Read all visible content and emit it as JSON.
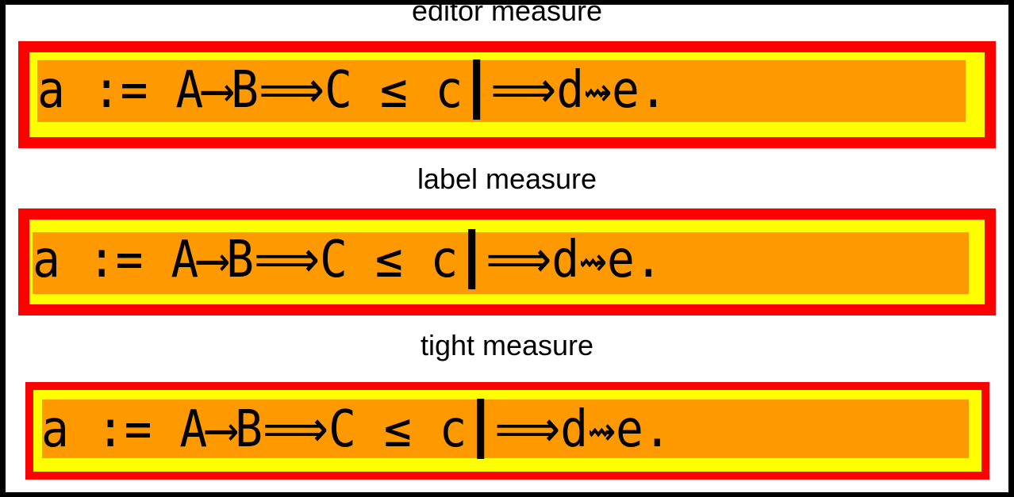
{
  "sections": [
    {
      "caption": "editor measure",
      "code": "a := A⟶B⟹C ≤ c┃⟹d⇝e."
    },
    {
      "caption": "label measure",
      "code": "a := A⟶B⟹C ≤ c┃⟹d⇝e."
    },
    {
      "caption": "tight measure",
      "code": "a := A⟶B⟹C ≤ c┃⟹d⇝e."
    }
  ],
  "colors": {
    "frame": "#000000",
    "background": "#ffffff",
    "outer_box": "#ff0000",
    "middle_box": "#ffff00",
    "inner_box": "#ff9900",
    "text": "#000000"
  }
}
